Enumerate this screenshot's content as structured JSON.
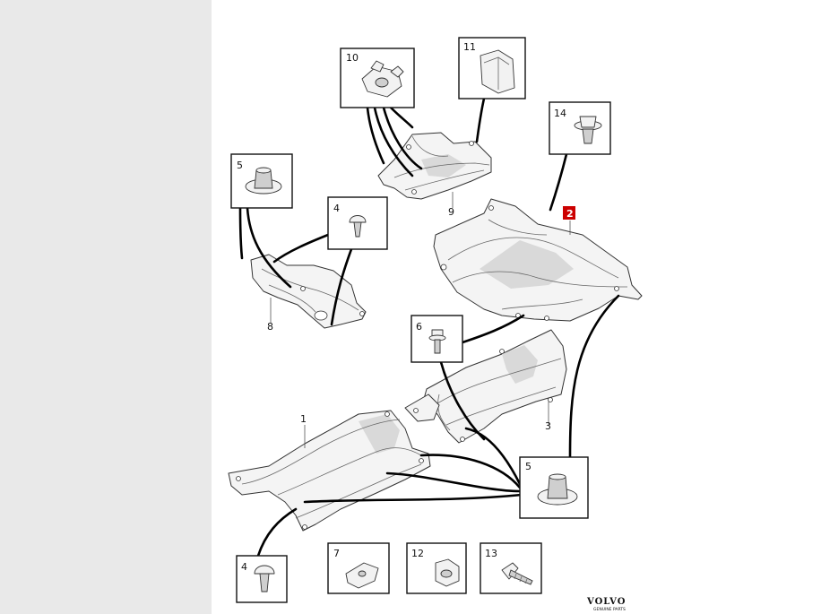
{
  "diagram": {
    "callouts": {
      "c1": "1",
      "c2": "2",
      "c3": "3",
      "c4a": "4",
      "c4b": "4",
      "c5a": "5",
      "c5b": "5",
      "c6": "6",
      "c7": "7",
      "c8": "8",
      "c9": "9",
      "c10": "10",
      "c11": "11",
      "c12": "12",
      "c13": "13",
      "c14": "14"
    },
    "highlight_color": "#cc0000"
  },
  "brand": {
    "logo_text": "VOLVO",
    "tagline": "GENUINE PARTS"
  }
}
